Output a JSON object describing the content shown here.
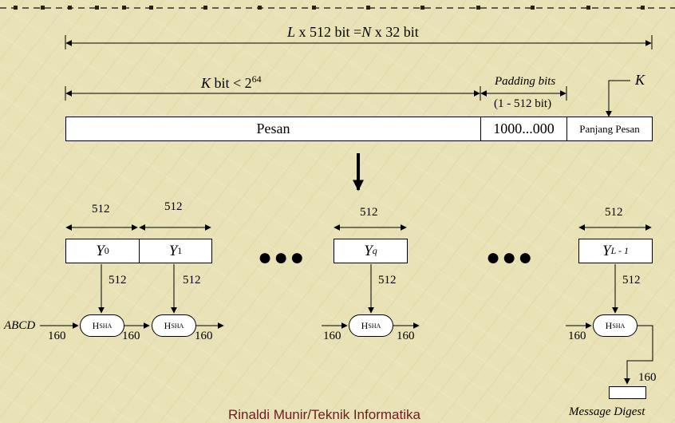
{
  "top_dimension": {
    "L": "L",
    "mid": " x 512 bit =",
    "N": "N",
    "end": " x 32 bit"
  },
  "k_dimension": {
    "K": "K",
    "text": " bit < 2",
    "exp": "64"
  },
  "padding": {
    "title": "Padding bits",
    "range": "(1 - 512 bit)"
  },
  "k_marker": "K",
  "message_bar": {
    "pesan": "Pesan",
    "padding": "1000...000",
    "length": "Panjang Pesan"
  },
  "blocks": [
    {
      "width_label": "512",
      "base": "Y",
      "sub": "0",
      "input_label": "512"
    },
    {
      "width_label": "512",
      "base": "Y",
      "sub": "1",
      "input_label": "512"
    },
    {
      "width_label": "512",
      "base": "Y",
      "sub": "q",
      "input_label": "512"
    },
    {
      "width_label": "512",
      "base": "Y",
      "sub": "L - 1",
      "input_label": "512"
    }
  ],
  "ellipsis": "●●●",
  "hash": {
    "base": "H",
    "sub": "SHA"
  },
  "chain": {
    "abcd": "ABCD",
    "labels": [
      "160",
      "160",
      "160",
      "160",
      "160",
      "160",
      "160"
    ]
  },
  "output": {
    "label": "160",
    "digest": "Message Digest"
  },
  "footer": "Rinaldi Munir/Teknik Informatika"
}
